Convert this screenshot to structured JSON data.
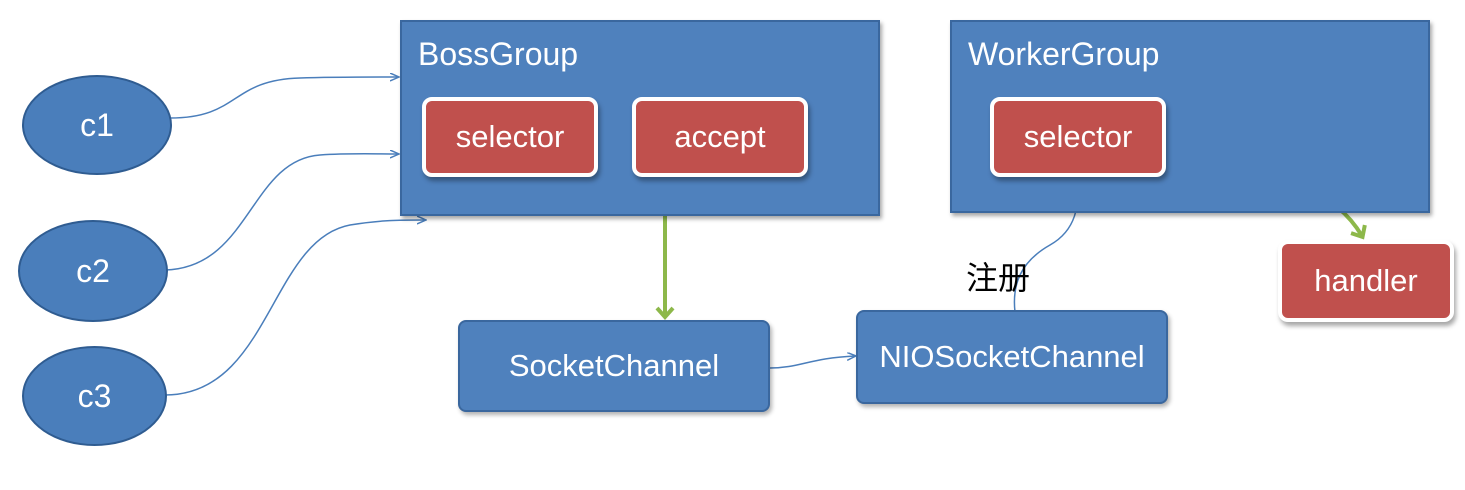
{
  "clients": [
    {
      "label": "c1"
    },
    {
      "label": "c2"
    },
    {
      "label": "c3"
    }
  ],
  "boss_group": {
    "title": "BossGroup",
    "selector_label": "selector",
    "accept_label": "accept"
  },
  "worker_group": {
    "title": "WorkerGroup",
    "selector_label": "selector"
  },
  "handler_label": "handler",
  "socket_channel_label": "SocketChannel",
  "nio_socket_channel_label": "NIOSocketChannel",
  "register_label": "注册",
  "colors": {
    "node_blue": "#4f81bd",
    "red_box": "#c0504d",
    "green_arrow": "#8db84a",
    "thin_line": "#4a7ebb"
  }
}
